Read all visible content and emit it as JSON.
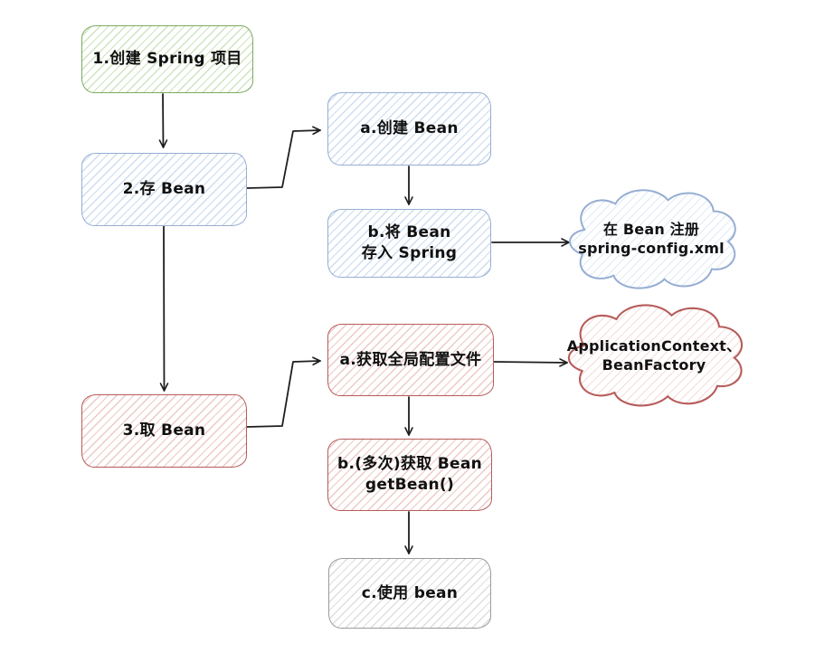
{
  "diagram": {
    "background": "#ffffff",
    "text_color": "#111111",
    "arrow_color": "#1e1e1e",
    "palette": {
      "green": "#7ca961",
      "blue": "#97aed3",
      "red": "#b65c5a",
      "gray": "#9b9b9b"
    },
    "nodes": {
      "create_project": {
        "label": "1.创建 Spring 项目",
        "color": "#7ca961"
      },
      "store_bean": {
        "label": "2.存 Bean",
        "color": "#97aed3"
      },
      "create_bean": {
        "label": "a.创建 Bean",
        "color": "#97aed3"
      },
      "save_bean": {
        "label": "b.将 Bean\n存入 Spring",
        "color": "#97aed3"
      },
      "get_bean": {
        "label": "3.取 Bean",
        "color": "#b65c5a"
      },
      "get_config": {
        "label": "a.获取全局配置文件",
        "color": "#b65c5a"
      },
      "get_bean_multi": {
        "label": "b.(多次)获取 Bean\ngetBean()",
        "color": "#b65c5a"
      },
      "use_bean": {
        "label": "c.使用 bean",
        "color": "#9b9b9b"
      }
    },
    "clouds": {
      "register_xml": {
        "label": "在 Bean 注册\nspring-config.xml",
        "color": "#97aed3"
      },
      "context_factory": {
        "label": "ApplicationContext、\nBeanFactory",
        "color": "#b65c5a"
      }
    }
  }
}
